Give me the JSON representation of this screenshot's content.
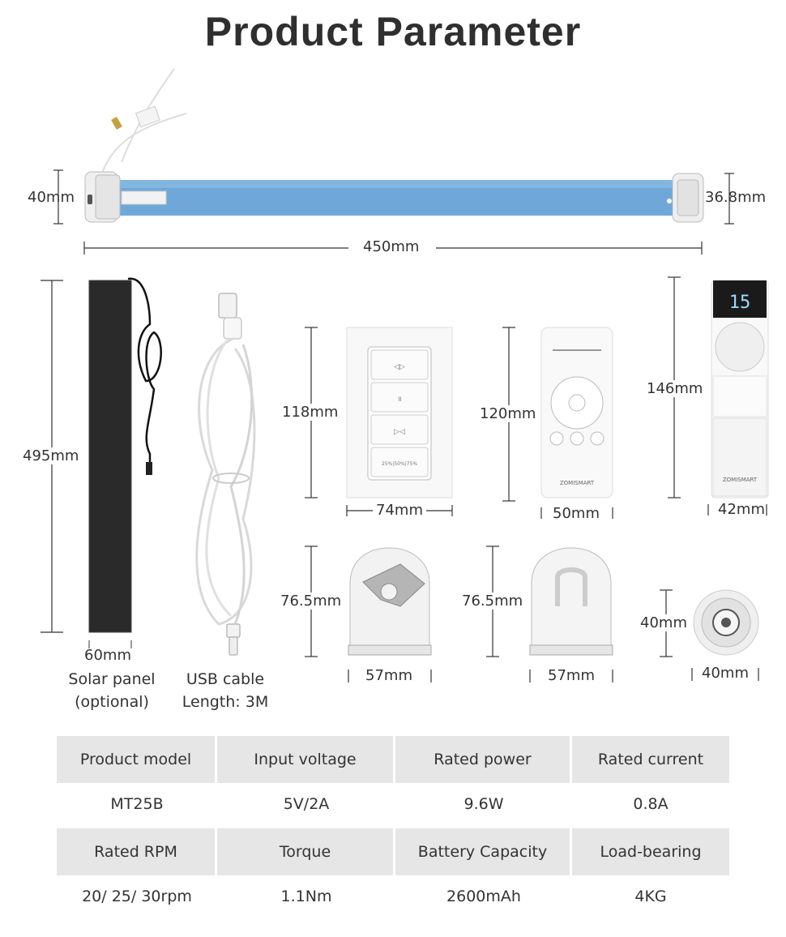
{
  "title": "Product Parameter",
  "dimensions": {
    "motor_left": "40mm",
    "motor_right": "36.8mm",
    "motor_length": "450mm",
    "solar_height": "495mm",
    "solar_width": "60mm",
    "switch_height": "118mm",
    "switch_width": "74mm",
    "remote_height": "120mm",
    "remote_width": "50mm",
    "remote2_height": "146mm",
    "remote2_width": "42mm",
    "bracket1_height": "76.5mm",
    "bracket1_width": "57mm",
    "bracket2_height": "76.5mm",
    "bracket2_width": "57mm",
    "adapter_height": "40mm",
    "adapter_width": "40mm"
  },
  "captions": {
    "solar_line1": "Solar panel",
    "solar_line2": "(optional)",
    "usb_line1": "USB cable",
    "usb_line2": "Length: 3M"
  },
  "product_labels": {
    "remote_brand": "ZOMISMART",
    "remote2_brand": "ZOMISMART",
    "remote2_display": "15",
    "switch_bottom_button": "25%|50%|75%"
  },
  "table": {
    "headers1": [
      "Product model",
      "Input voltage",
      "Rated power",
      "Rated current"
    ],
    "values1": [
      "MT25B",
      "5V/2A",
      "9.6W",
      "0.8A"
    ],
    "headers2": [
      "Rated RPM",
      "Torque",
      "Battery Capacity",
      "Load-bearing"
    ],
    "values2": [
      "20/ 25/ 30rpm",
      "1.1Nm",
      "2600mAh",
      "4KG"
    ]
  },
  "colors": {
    "motor_tube": "#6fa8d8",
    "background": "#ffffff",
    "table_header": "#e6e6e6"
  }
}
